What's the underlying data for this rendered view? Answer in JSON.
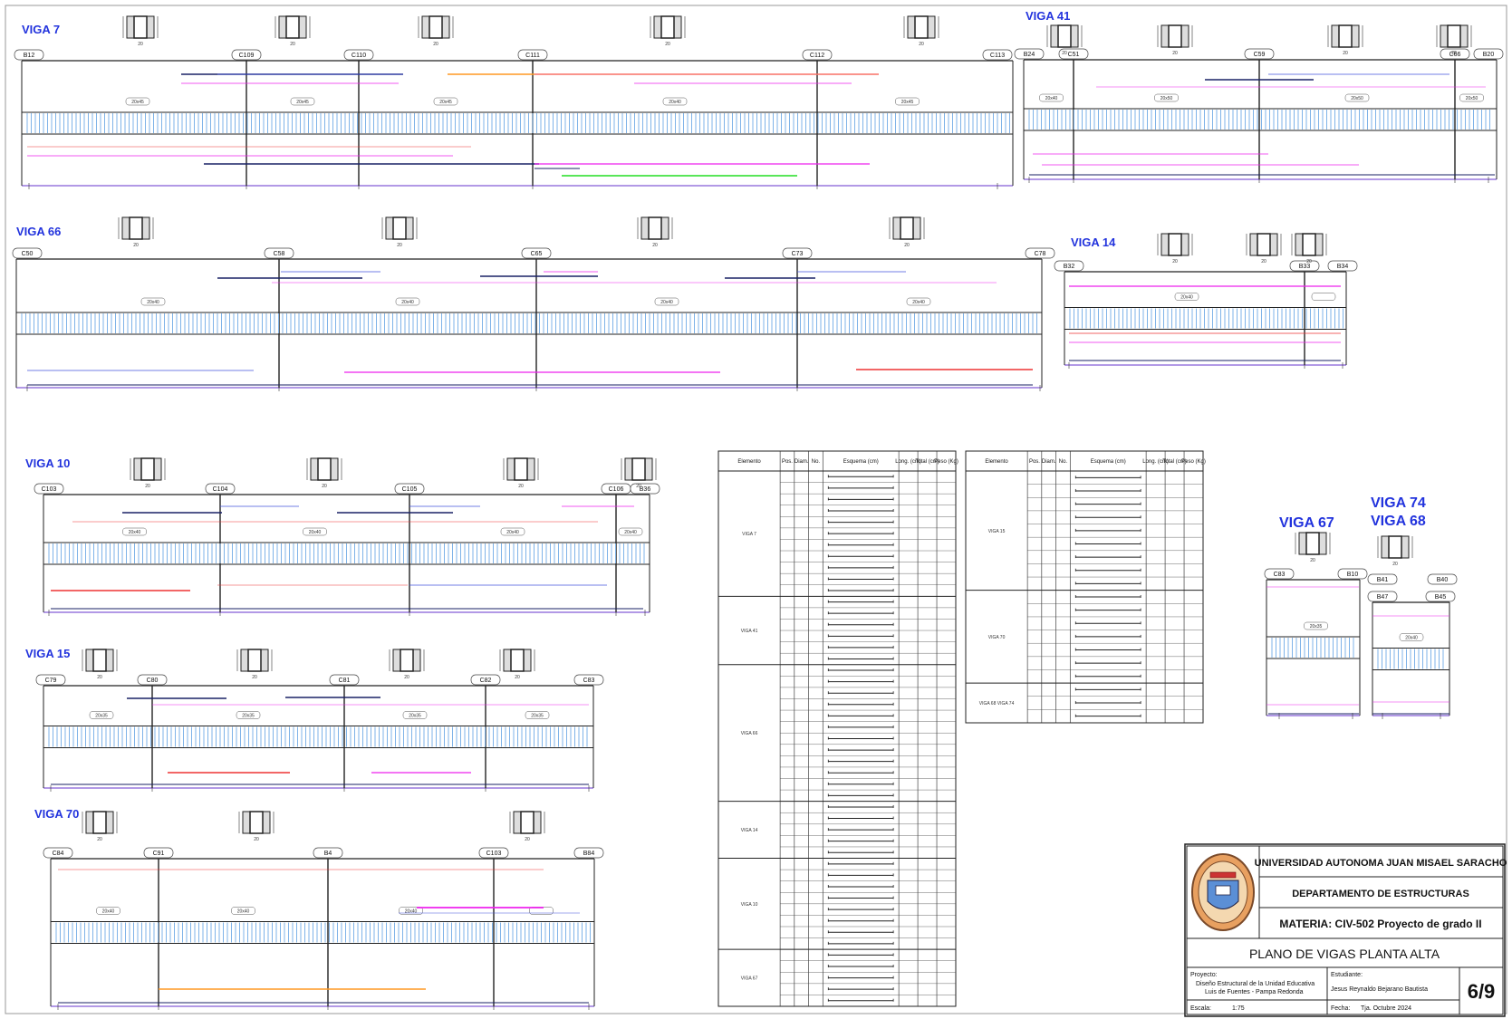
{
  "beams": {
    "viga7": {
      "title": "VIGA 7",
      "supports": [
        "B12",
        "C109",
        "C110",
        "C111",
        "C112",
        "C113"
      ],
      "sections": [
        "20x45",
        "20x45",
        "20x45",
        "20x40",
        "20x45"
      ]
    },
    "viga41": {
      "title": "VIGA 41",
      "supports": [
        "B24",
        "C51",
        "C59",
        "C66",
        "B20"
      ],
      "sections": [
        "20x40",
        "20x50",
        "20x50",
        "20x50"
      ]
    },
    "viga66": {
      "title": "VIGA 66",
      "supports": [
        "C50",
        "C58",
        "C65",
        "C73",
        "C78"
      ],
      "sections": [
        "20x40",
        "20x40",
        "20x40",
        "20x40"
      ]
    },
    "viga14": {
      "title": "VIGA 14",
      "supports": [
        "B32",
        "B33",
        "B34"
      ],
      "sections": [
        "20x40"
      ]
    },
    "viga10": {
      "title": "VIGA 10",
      "supports": [
        "C103",
        "C104",
        "C105",
        "C106",
        "B36"
      ],
      "sections": [
        "20x40",
        "20x40",
        "20x40",
        "20x40"
      ]
    },
    "viga15": {
      "title": "VIGA 15",
      "supports": [
        "C79",
        "C80",
        "C81",
        "C82",
        "C83"
      ],
      "sections": [
        "20x35",
        "20x35",
        "20x35",
        "20x35"
      ]
    },
    "viga70": {
      "title": "VIGA 70",
      "supports": [
        "C84",
        "C91",
        "B4",
        "C103",
        "B84"
      ],
      "sections": [
        "20x40",
        "20x40",
        "20x40"
      ]
    },
    "viga67": {
      "title": "VIGA 67",
      "supports": [
        "C83",
        "B10"
      ],
      "section": "20x35"
    },
    "viga74": {
      "title1": "VIGA 74",
      "title2": "VIGA 68",
      "supports": [
        "B41",
        "B40",
        "B47",
        "B45"
      ],
      "section": "20x40"
    }
  },
  "schedule": {
    "headers": [
      "Elemento",
      "Pos.",
      "Diam.",
      "No.",
      "Esquema (cm)",
      "Long. (cm)",
      "Total (cm)",
      "Peso (Kg)"
    ],
    "left_groups": [
      "VIGA 7",
      "VIGA 41",
      "VIGA 66",
      "VIGA 14",
      "VIGA 10",
      "VIGA 67"
    ],
    "right_groups": [
      "VIGA 15",
      "VIGA 70",
      "VIGA 68 VIGA 74"
    ]
  },
  "title_block": {
    "university": "UNIVERSIDAD AUTONOMA JUAN MISAEL SARACHO",
    "department": "DEPARTAMENTO DE ESTRUCTURAS",
    "subject": "MATERIA: CIV-502 Proyecto de grado II",
    "plan_title": "PLANO DE VIGAS PLANTA ALTA",
    "project_label": "Proyecto:",
    "project_line1": "Diseño Estructural de la Unidad Educativa",
    "project_line2": "Luis de Fuentes - Pampa Redonda",
    "student_label": "Estudiante:",
    "student": "Jesus Reynaldo Bejarano Bautista",
    "scale_label": "Escala:",
    "scale": "1:75",
    "date_label": "Fecha:",
    "date": "Tja. Octubre 2024",
    "page": "6/9"
  },
  "colors": {
    "beam_title": "#2233dd",
    "stirrup": "#7fb3e8",
    "blue_bar": "#4455dd",
    "magenta_bar": "#ee22ee",
    "red_bar": "#ee3333",
    "orange_bar": "#ff9922",
    "green_bar": "#22dd22",
    "navy_bar": "#1a2266"
  }
}
